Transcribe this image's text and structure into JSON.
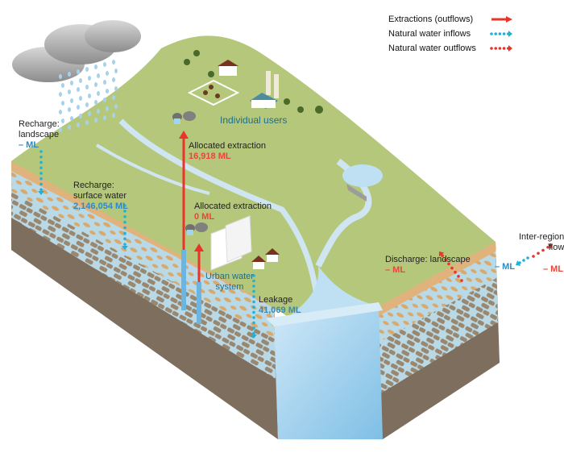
{
  "legend": {
    "items": [
      {
        "label": "Extractions (outflows)",
        "style": "solid-arrow",
        "color": "#e8342b"
      },
      {
        "label": "Natural water inflows",
        "style": "dotted-arrow",
        "color": "#1fb2d8"
      },
      {
        "label": "Natural water outflows",
        "style": "dotted-arrow",
        "color": "#e8342b"
      }
    ]
  },
  "labels": {
    "recharge_landscape": {
      "title_line1": "Recharge:",
      "title_line2": "landscape",
      "value": "– ML"
    },
    "recharge_surface": {
      "title_line1": "Recharge:",
      "title_line2": "surface water",
      "value": "2,146,054 ML"
    },
    "individual_users": {
      "title": "Individual users"
    },
    "allocated_1": {
      "title": "Allocated extraction",
      "value": "16,918 ML"
    },
    "allocated_2": {
      "title": "Allocated extraction",
      "value": "0 ML"
    },
    "urban": {
      "title_line1": "Urban water",
      "title_line2": "system"
    },
    "leakage": {
      "title": "Leakage",
      "value": "41,069 ML"
    },
    "discharge": {
      "title": "Discharge: landscape",
      "value": "– ML"
    },
    "inter_region": {
      "title_line1": "Inter-region",
      "title_line2": "flow",
      "in_value": "– ML",
      "out_value": "– ML"
    }
  },
  "colors": {
    "land": "#b5c77a",
    "topsoil": "#e0b27c",
    "aquifer": "#b9d9e6",
    "bedrock": "#8a7a68",
    "water": "#a8d4ee",
    "red": "#e8342b",
    "blue": "#1fb2d8"
  },
  "icons": [
    "cloud-icon",
    "rain-icon",
    "farm-icon",
    "factory-icon",
    "tree-icon",
    "water-tank-icon",
    "city-buildings-icon",
    "house-icon",
    "dam-icon"
  ]
}
